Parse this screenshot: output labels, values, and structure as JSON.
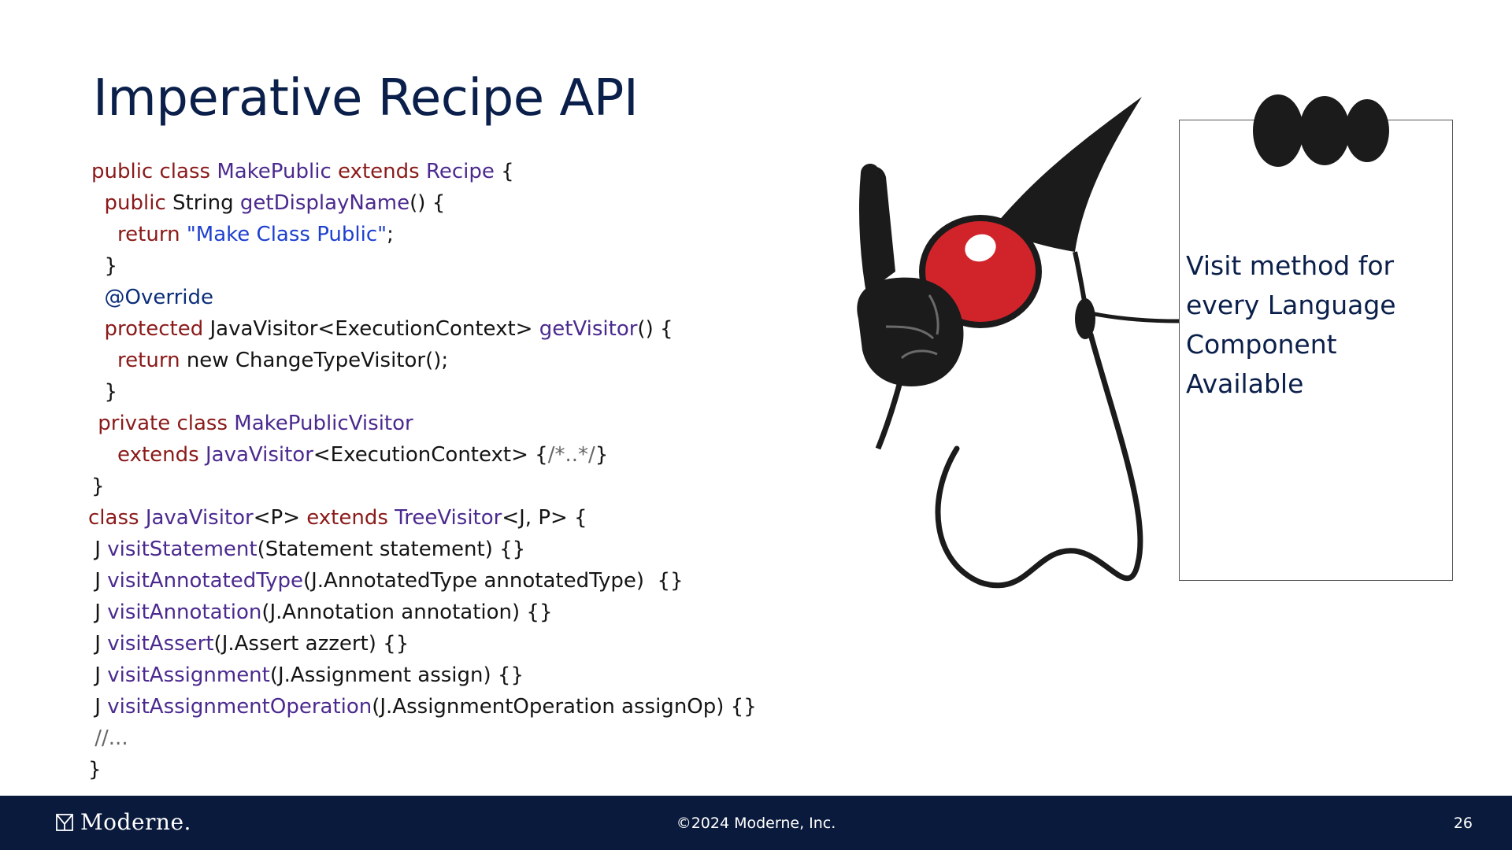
{
  "slide": {
    "title": "Imperative Recipe API"
  },
  "code": {
    "lines": [
      [
        [
          "kw",
          "public class "
        ],
        [
          "typ",
          "MakePublic "
        ],
        [
          "kw",
          "extends "
        ],
        [
          "typ",
          "Recipe "
        ],
        [
          "plain",
          "{"
        ]
      ],
      [
        [
          "kw",
          "  public "
        ],
        [
          "plain",
          "String "
        ],
        [
          "typ",
          "getDisplayName"
        ],
        [
          "plain",
          "() {"
        ]
      ],
      [
        [
          "kw",
          "    return "
        ],
        [
          "str",
          "\"Make Class Public\""
        ],
        [
          "plain",
          ";"
        ]
      ],
      [
        [
          "plain",
          "  }"
        ]
      ],
      [
        [
          "ann",
          "  @Override"
        ]
      ],
      [
        [
          "kw",
          "  protected "
        ],
        [
          "plain",
          "JavaVisitor<ExecutionContext> "
        ],
        [
          "typ",
          "getVisitor"
        ],
        [
          "plain",
          "() {"
        ]
      ],
      [
        [
          "kw",
          "    return "
        ],
        [
          "plain",
          "new ChangeTypeVisitor();"
        ]
      ],
      [
        [
          "plain",
          "  }"
        ]
      ],
      [
        [
          "kw",
          " private class "
        ],
        [
          "typ",
          "MakePublicVisitor"
        ]
      ],
      [
        [
          "kw",
          "    extends "
        ],
        [
          "typ",
          "JavaVisitor"
        ],
        [
          "plain",
          "<ExecutionContext> {"
        ],
        [
          "cmt",
          "/*..*/"
        ],
        [
          "plain",
          "}"
        ]
      ],
      [
        [
          "plain",
          "}"
        ]
      ],
      [
        [
          "kw",
          "class "
        ],
        [
          "typ",
          "JavaVisitor"
        ],
        [
          "plain",
          "<P> "
        ],
        [
          "kw",
          "extends "
        ],
        [
          "typ",
          "TreeVisitor"
        ],
        [
          "plain",
          "<J, P> {"
        ]
      ],
      [
        [
          "plain",
          " J "
        ],
        [
          "typ",
          "visitStatement"
        ],
        [
          "plain",
          "(Statement statement) {}"
        ]
      ],
      [
        [
          "plain",
          " J "
        ],
        [
          "typ",
          "visitAnnotatedType"
        ],
        [
          "plain",
          "(J.AnnotatedType annotatedType)  {}"
        ]
      ],
      [
        [
          "plain",
          " J "
        ],
        [
          "typ",
          "visitAnnotation"
        ],
        [
          "plain",
          "(J.Annotation annotation) {}"
        ]
      ],
      [
        [
          "plain",
          " J "
        ],
        [
          "typ",
          "visitAssert"
        ],
        [
          "plain",
          "(J.Assert azzert) {}"
        ]
      ],
      [
        [
          "plain",
          " J "
        ],
        [
          "typ",
          "visitAssignment"
        ],
        [
          "plain",
          "(J.Assignment assign) {}"
        ]
      ],
      [
        [
          "plain",
          " J "
        ],
        [
          "typ",
          "visitAssignmentOperation"
        ],
        [
          "plain",
          "(J.AssignmentOperation assignOp) {}"
        ]
      ],
      [
        [
          "cmt",
          " //..."
        ]
      ],
      [
        [
          "plain",
          "}"
        ]
      ]
    ]
  },
  "note": {
    "text_lines": [
      "Visit method for",
      "every Language",
      "Component",
      "Available"
    ]
  },
  "footer": {
    "brand": "Moderne.",
    "copyright": "©2024 Moderne, Inc.",
    "page_number": "26"
  },
  "colors": {
    "title": "#0b1f4b",
    "keyword": "#8b1a1a",
    "type": "#4b2a8f",
    "string": "#1d3fcf",
    "annotation": "#0b2e7a",
    "footer_bg": "#0a1a3c",
    "mascot_nose": "#d0242a"
  },
  "icons": [
    "duke-mascot-icon",
    "pushpin-icon",
    "moderne-logo-icon"
  ]
}
